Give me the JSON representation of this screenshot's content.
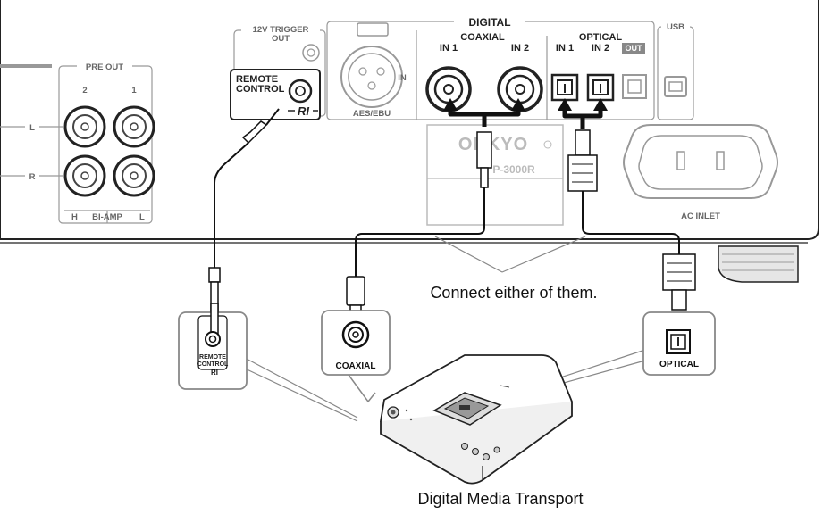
{
  "panel": {
    "trigger_line1": "12V TRIGGER",
    "trigger_line2": "OUT",
    "remote_line1": "REMOTE",
    "remote_line2": "CONTROL",
    "ri_logo": "RI",
    "digital_heading": "DIGITAL",
    "coaxial_heading": "COAXIAL",
    "optical_heading": "OPTICAL",
    "coax_in1": "IN 1",
    "coax_in2": "IN 2",
    "opt_in1": "IN 1",
    "opt_in2": "IN 2",
    "opt_out": "OUT",
    "aes_in": "IN",
    "aes_label": "AES/EBU",
    "usb": "USB",
    "ac_inlet": "AC INLET",
    "pre_out": "PRE OUT",
    "pre_out_2": "2",
    "pre_out_1": "1",
    "channel_l": "L",
    "channel_r": "R",
    "bi_amp_h": "H",
    "bi_amp": "BI-AMP",
    "bi_amp_l": "L",
    "brand": "ONKYO",
    "model": "P-3000R"
  },
  "callouts": {
    "remote_line1": "REMOTE",
    "remote_line2": "CONTROL",
    "remote_ri": "RI",
    "coaxial": "COAXIAL",
    "optical": "OPTICAL"
  },
  "annotation": "Connect either of them.",
  "device_caption": "Digital Media Transport",
  "icons": [
    "xlr-connector-icon",
    "rca-jack-icon",
    "optical-jack-icon",
    "usb-b-port-icon",
    "ac-inlet-icon",
    "mini-jack-icon"
  ]
}
